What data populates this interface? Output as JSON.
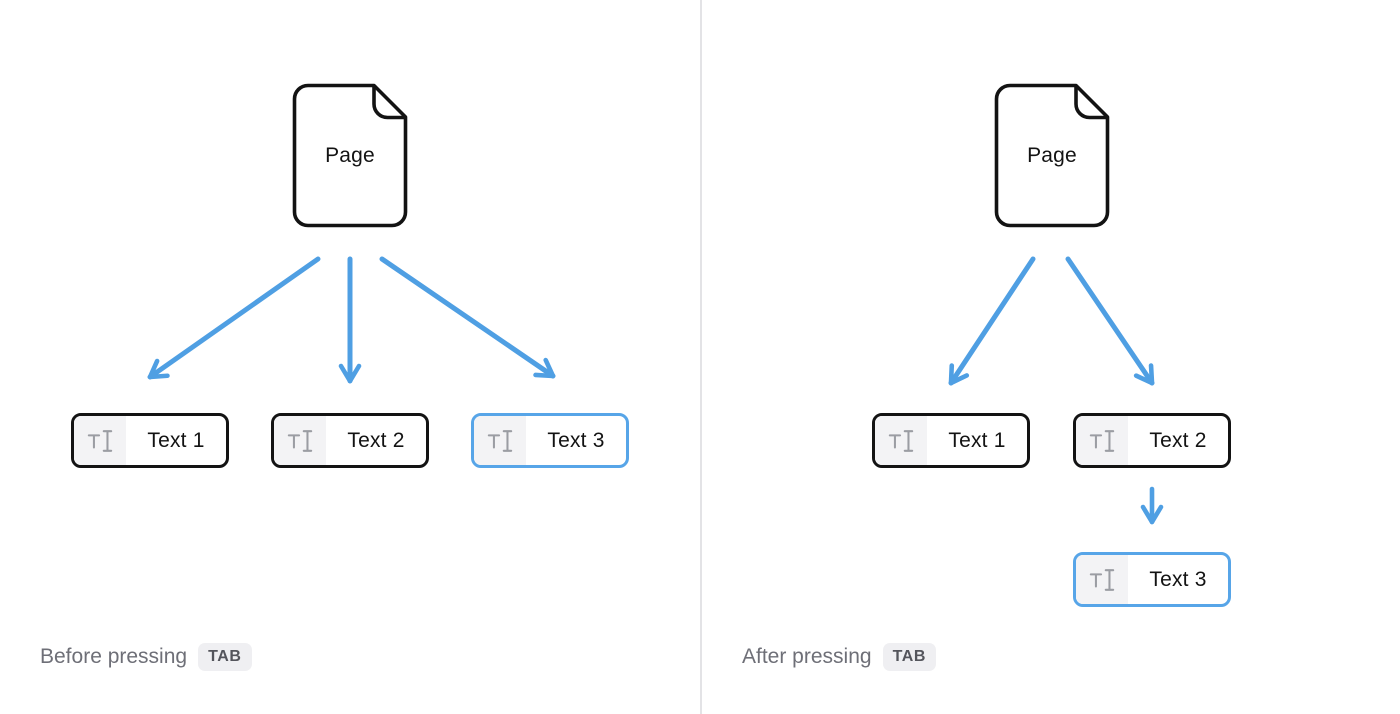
{
  "colors": {
    "arrow_blue": "#4f9fe3",
    "selected_border_blue": "#57a5e8",
    "block_border_black": "#131313",
    "icon_gray": "#9b9da3",
    "icon_cell_bg": "#f3f3f5",
    "caption_gray": "#6e6f77",
    "kbd_bg": "#efeff2",
    "kbd_text": "#54555c",
    "divider_gray": "#e3e3e6",
    "background": "#ffffff"
  },
  "before": {
    "page_label": "Page",
    "blocks": [
      {
        "label": "Text 1",
        "selected": false
      },
      {
        "label": "Text 2",
        "selected": false
      },
      {
        "label": "Text 3",
        "selected": true
      }
    ],
    "caption": "Before pressing",
    "key": "TAB"
  },
  "after": {
    "page_label": "Page",
    "blocks": [
      {
        "label": "Text 1",
        "selected": false
      },
      {
        "label": "Text 2",
        "selected": false
      },
      {
        "label": "Text 3",
        "selected": true
      }
    ],
    "caption": "After pressing",
    "key": "TAB"
  }
}
